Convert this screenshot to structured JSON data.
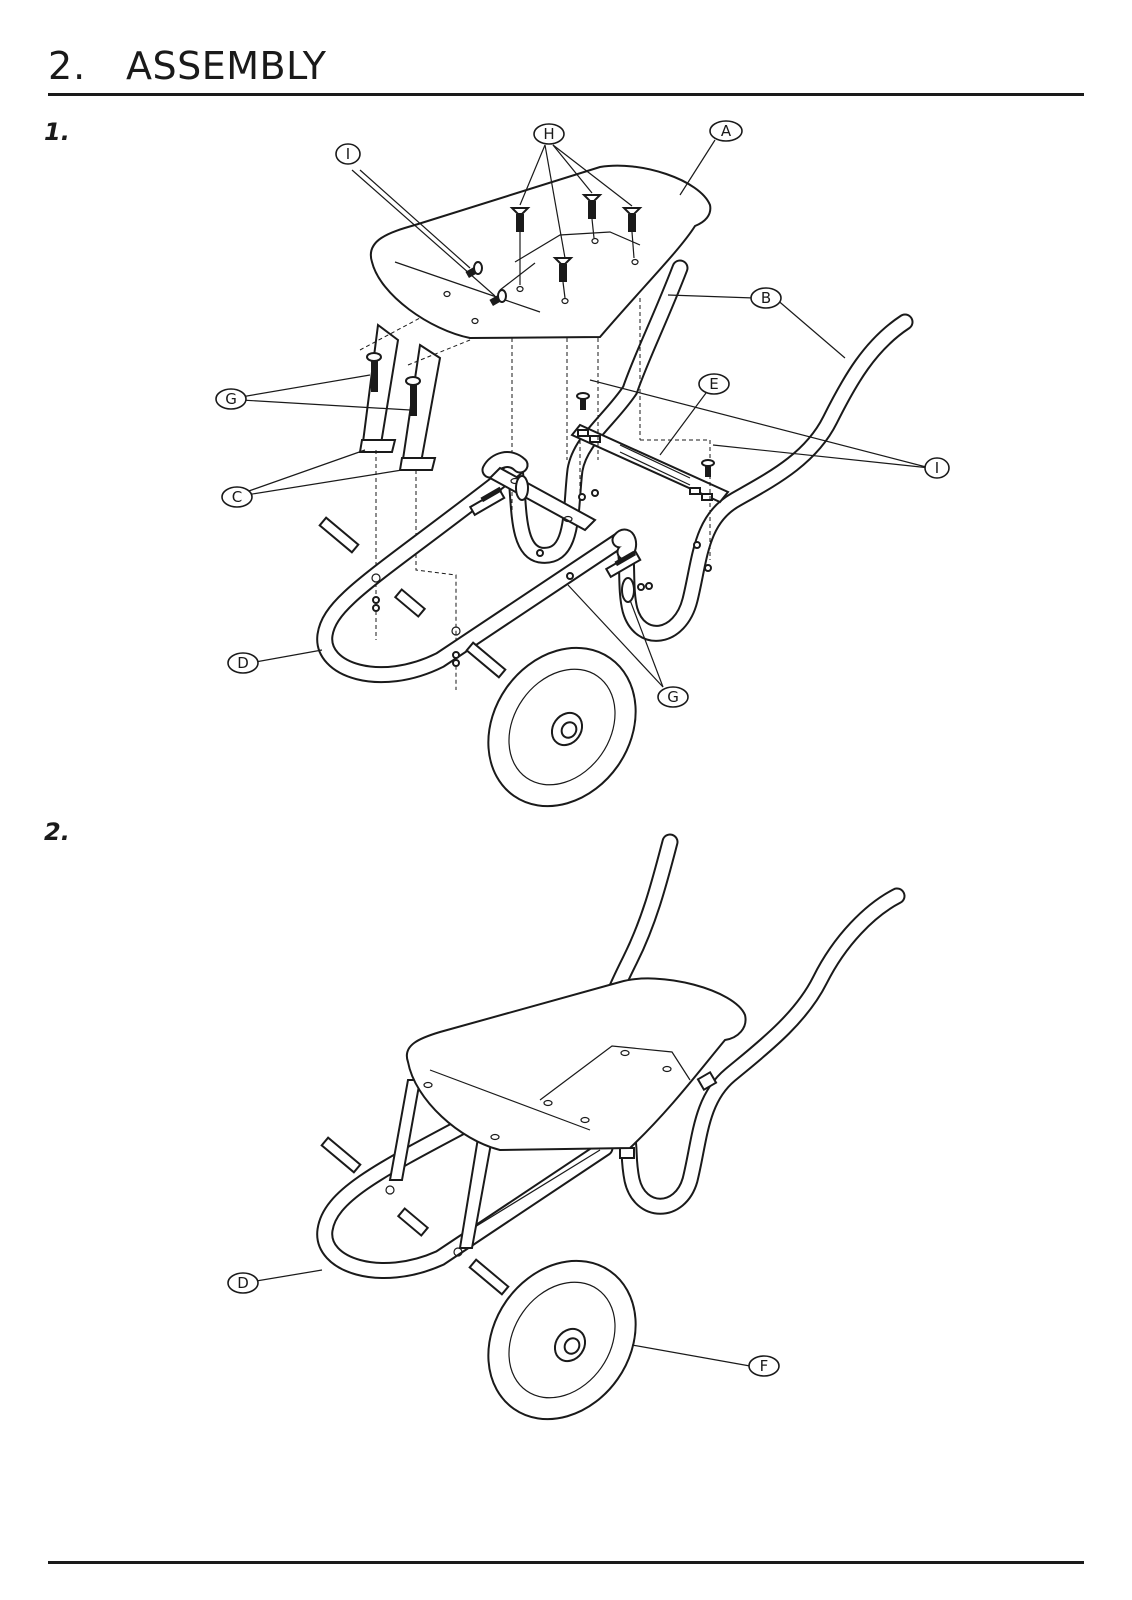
{
  "section": {
    "number": "2.",
    "title": "ASSEMBLY"
  },
  "steps": [
    {
      "label": "1."
    },
    {
      "label": "2."
    }
  ],
  "parts": {
    "A": "A",
    "B": "B",
    "C": "C",
    "D": "D",
    "E": "E",
    "F": "F",
    "G": "G",
    "H": "H",
    "I": "I"
  }
}
